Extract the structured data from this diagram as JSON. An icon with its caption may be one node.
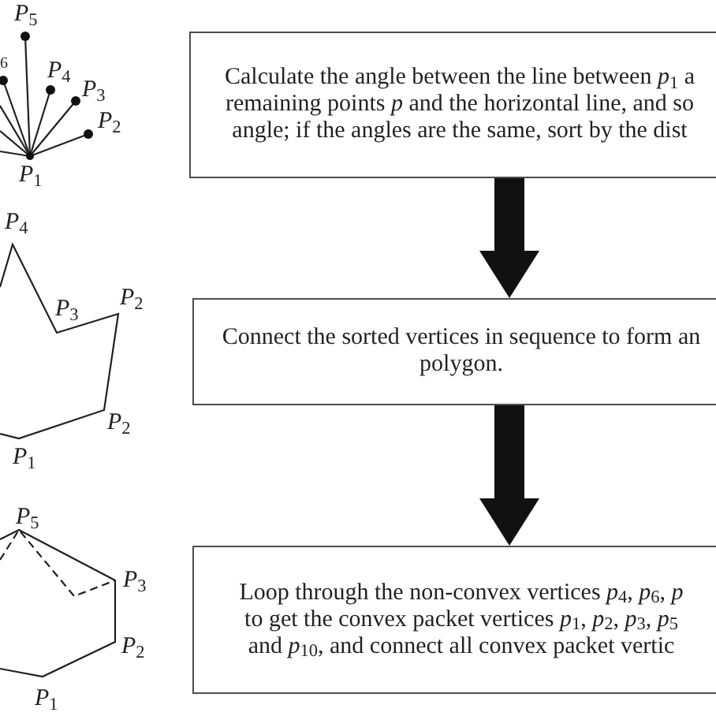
{
  "diagram": {
    "nodes": [
      {
        "text": [
          "Calculate the angle between the line between *p*$_{1}$ a remaining points *p* and the horizontal line, and so angle; if the angles are the same, sort by the dist"
        ]
      },
      {
        "text": [
          "Connect the sorted vertices in sequence to form an polygon."
        ]
      },
      {
        "text": [
          "Loop through the non-convex vertices *p*$_{4}$, *p*$_{6}$, *p* to get the convex packet vertices *p*$_{1}$, *p*$_{2}$, *p*$_{3}$, *p*$_{5}$ and *p*$_{10}$, and connect all convex packet vertic"
        ]
      }
    ],
    "edges": [
      {
        "from": 0,
        "to": 1,
        "arrow": "to",
        "style": "thick"
      },
      {
        "from": 1,
        "to": 2,
        "arrow": "to",
        "style": "thick"
      }
    ],
    "labels": [
      "*P*$_{5}$",
      "6",
      "*P*$_{4}$",
      "*P*$_{3}$",
      "*P*$_{2}$",
      "*P*$_{1}$",
      "*P*$_{4}$",
      "*P*$_{3}$",
      "*P*$_{2}$",
      "*P*$_{2}$",
      "*P*$_{1}$",
      "*P*$_{5}$",
      "*P*$_{3}$",
      "*P*$_{2}$",
      "*P*$_{1}$"
    ]
  }
}
